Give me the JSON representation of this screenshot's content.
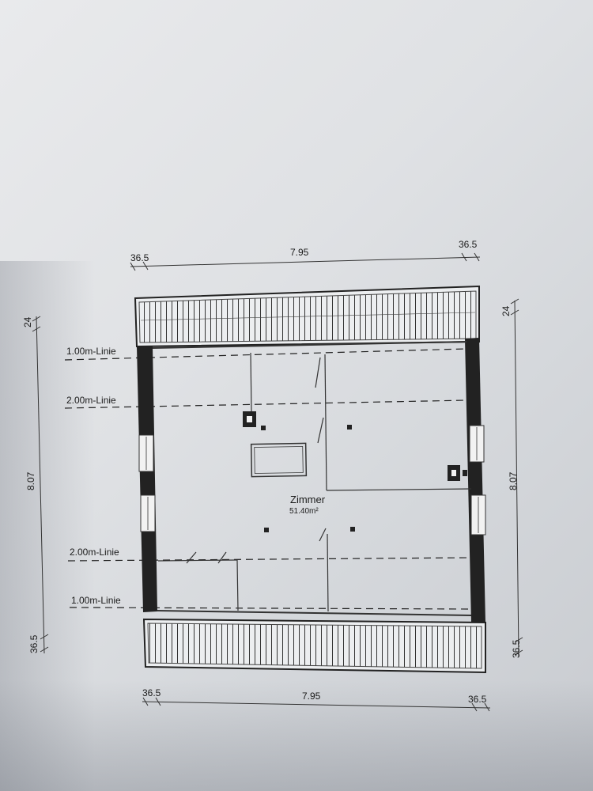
{
  "dimensions": {
    "top_left": "36.5",
    "top_center": "7.95",
    "top_right": "36.5",
    "bottom_left": "36.5",
    "bottom_center": "7.95",
    "bottom_right": "36.5",
    "left_top": "24",
    "left_center": "8.07",
    "left_bottom": "36.5",
    "right_top": "24",
    "right_center": "8.07",
    "right_bottom": "36.5"
  },
  "lines": {
    "line_1m_top": "1.00m-Linie",
    "line_2m_top": "2.00m-Linie",
    "line_2m_bottom": "2.00m-Linie",
    "line_1m_bottom": "1.00m-Linie"
  },
  "room": {
    "name": "Zimmer",
    "area": "51.40m²"
  },
  "colors": {
    "ink": "#1b1b1b",
    "wall": "#222222",
    "paper": "#e4e5e8"
  }
}
